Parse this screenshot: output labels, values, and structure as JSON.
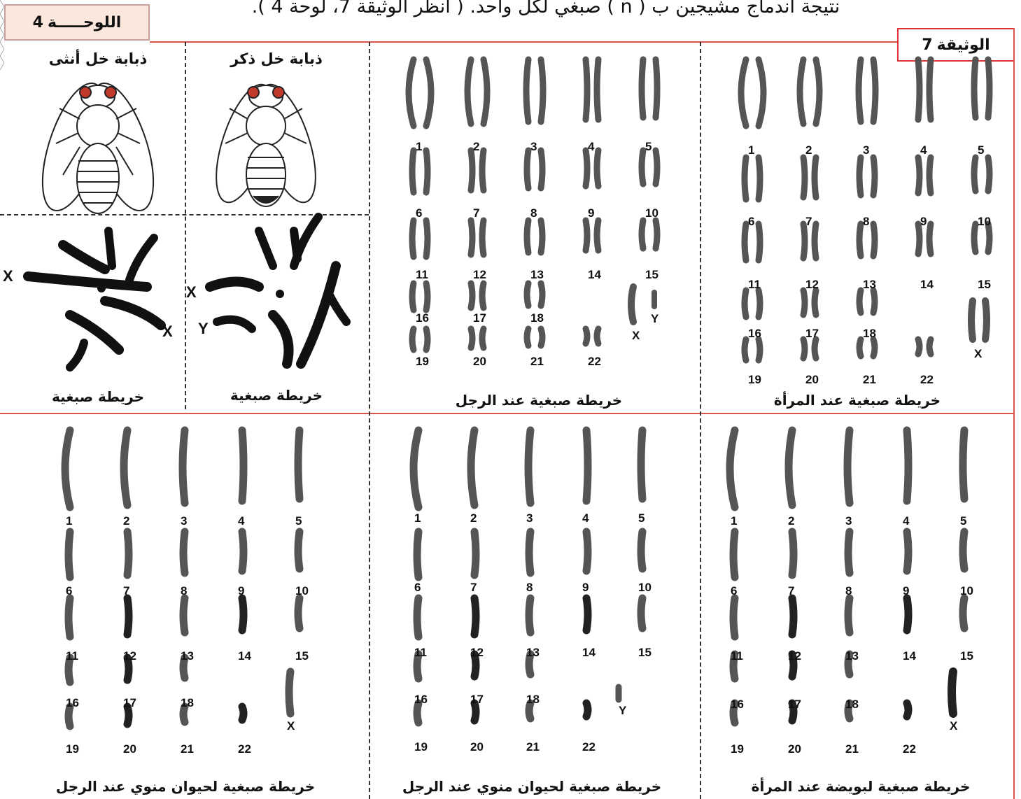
{
  "header": {
    "intro_line": "نتيجة اندماج مشيجين ب ( n ) صبغي لكل واحد. ( انظر الوثيقة 7، لوحة 4 ).",
    "plate_label": "اللوحـــــة",
    "plate_number": "4",
    "doc_label": "الوثيقة",
    "doc_number": "7"
  },
  "flies": {
    "female_title": "ذبابة خل أنثى",
    "male_title": "ذبابة خل ذكر",
    "female_caption": "خريطة صبغية",
    "male_caption": "خريطة صبغية",
    "female_chrom_labels": [
      "X",
      "X"
    ],
    "male_chrom_labels": [
      "X",
      "Y"
    ]
  },
  "karyotypes": {
    "male_caption": "خريطة صبغية عند الرجل",
    "female_caption": "خريطة صبغية عند المرأة",
    "sperm1_caption": "خريطة صبغية لحيوان منوي عند الرجل",
    "sperm2_caption": "خريطة صبغية لحيوان منوي  عند الرجل",
    "egg_caption": "خريطة صبغية  لبويضة عند المرأة",
    "autosome_numbers": [
      "1",
      "2",
      "3",
      "4",
      "5",
      "6",
      "7",
      "8",
      "9",
      "10",
      "11",
      "12",
      "13",
      "14",
      "15",
      "16",
      "17",
      "18",
      "19",
      "20",
      "21",
      "22"
    ],
    "sex_male": [
      "X",
      "Y"
    ],
    "sex_female": "X",
    "sex_sperm1": "X",
    "sex_sperm2": "Y",
    "sex_egg": "X"
  },
  "colors": {
    "frame_red": "#d9534f",
    "chromosome_gray": "#555555",
    "chromosome_dark": "#222222"
  }
}
